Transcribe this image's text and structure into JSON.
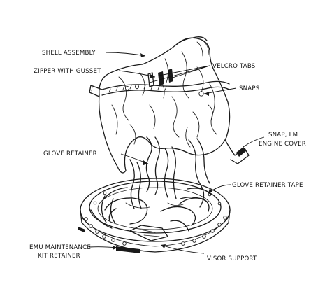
{
  "labels": {
    "shell_assembly": "SHELL ASSEMBLY",
    "zipper_with_gusset": "ZIPPER WITH GUSSET",
    "velcro_tabs": "VELCRO TABS",
    "snaps": "SNAPS",
    "snap_lm_line1": "SNAP, LM",
    "snap_lm_line2": "ENGINE COVER",
    "glove_retainer": "GLOVE RETAINER",
    "glove_retainer_tape": "GLOVE RETAINER TAPE",
    "emu_line1": "EMU MAINTENANCE",
    "emu_line2": "KIT RETAINER",
    "visor_support": "VISOR SUPPORT"
  }
}
